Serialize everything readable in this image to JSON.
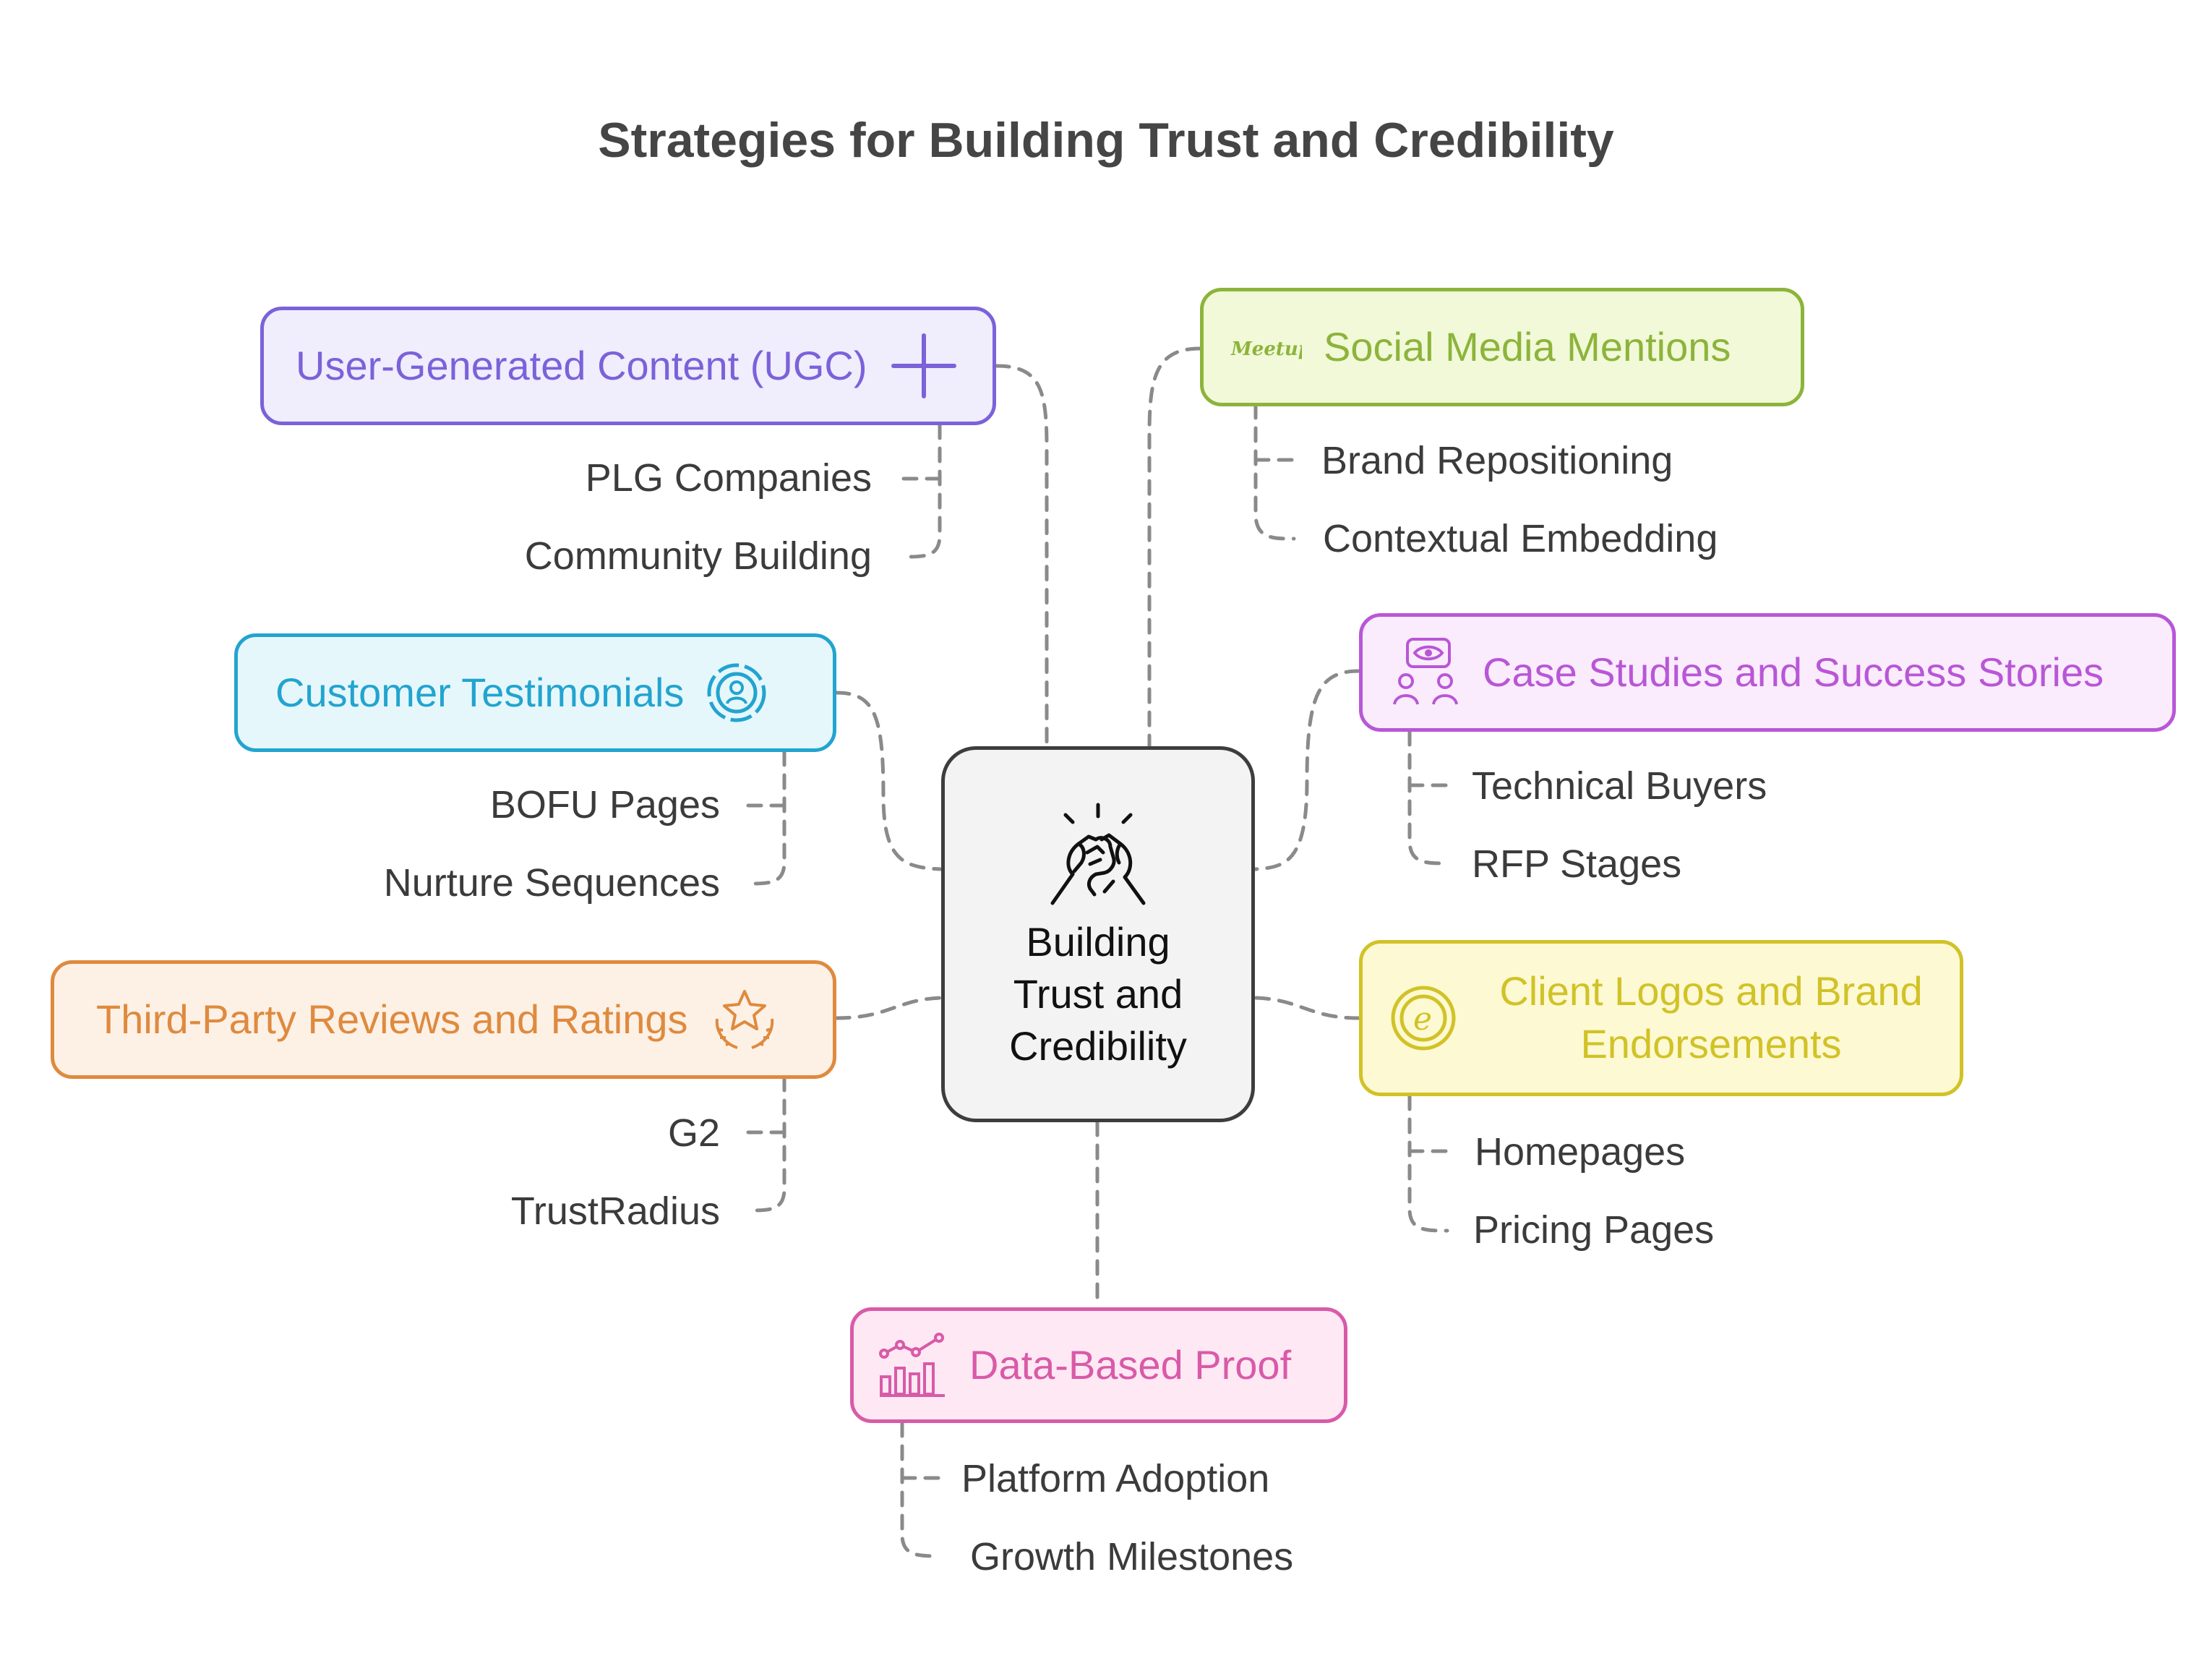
{
  "title": "Strategies for Building Trust and Credibility",
  "center": {
    "label": "Building Trust and Credibility",
    "icon": "handshake-icon"
  },
  "colors": {
    "ugc": "#7b62d9",
    "social": "#8db43a",
    "testimonials": "#22a4cf",
    "case": "#b857d6",
    "reviews": "#df8a3e",
    "logos": "#d1c227",
    "data": "#d95aa8",
    "connector": "#8a8a8a"
  },
  "branches": {
    "ugc": {
      "label": "User-Generated Content (UGC)",
      "icon": "plus-icon",
      "items": [
        "PLG Companies",
        "Community Building"
      ]
    },
    "social": {
      "label": "Social Media Mentions",
      "icon": "meetup-logo-icon",
      "items": [
        "Brand Repositioning",
        "Contextual Embedding"
      ]
    },
    "testimonials": {
      "label": "Customer Testimonials",
      "icon": "user-circle-icon",
      "items": [
        "BOFU Pages",
        "Nurture Sequences"
      ]
    },
    "case": {
      "label": "Case Studies and Success Stories",
      "icon": "team-eye-icon",
      "items": [
        "Technical Buyers",
        "RFP Stages"
      ]
    },
    "reviews": {
      "label": "Third-Party Reviews and Ratings",
      "icon": "star-laurel-icon",
      "items": [
        "G2",
        "TrustRadius"
      ]
    },
    "logos": {
      "label": "Client Logos and Brand Endorsements",
      "icon": "e-circle-logo-icon",
      "items": [
        "Homepages",
        "Pricing Pages"
      ]
    },
    "data": {
      "label": "Data-Based Proof",
      "icon": "line-bar-chart-icon",
      "items": [
        "Platform Adoption",
        "Growth Milestones"
      ]
    }
  }
}
